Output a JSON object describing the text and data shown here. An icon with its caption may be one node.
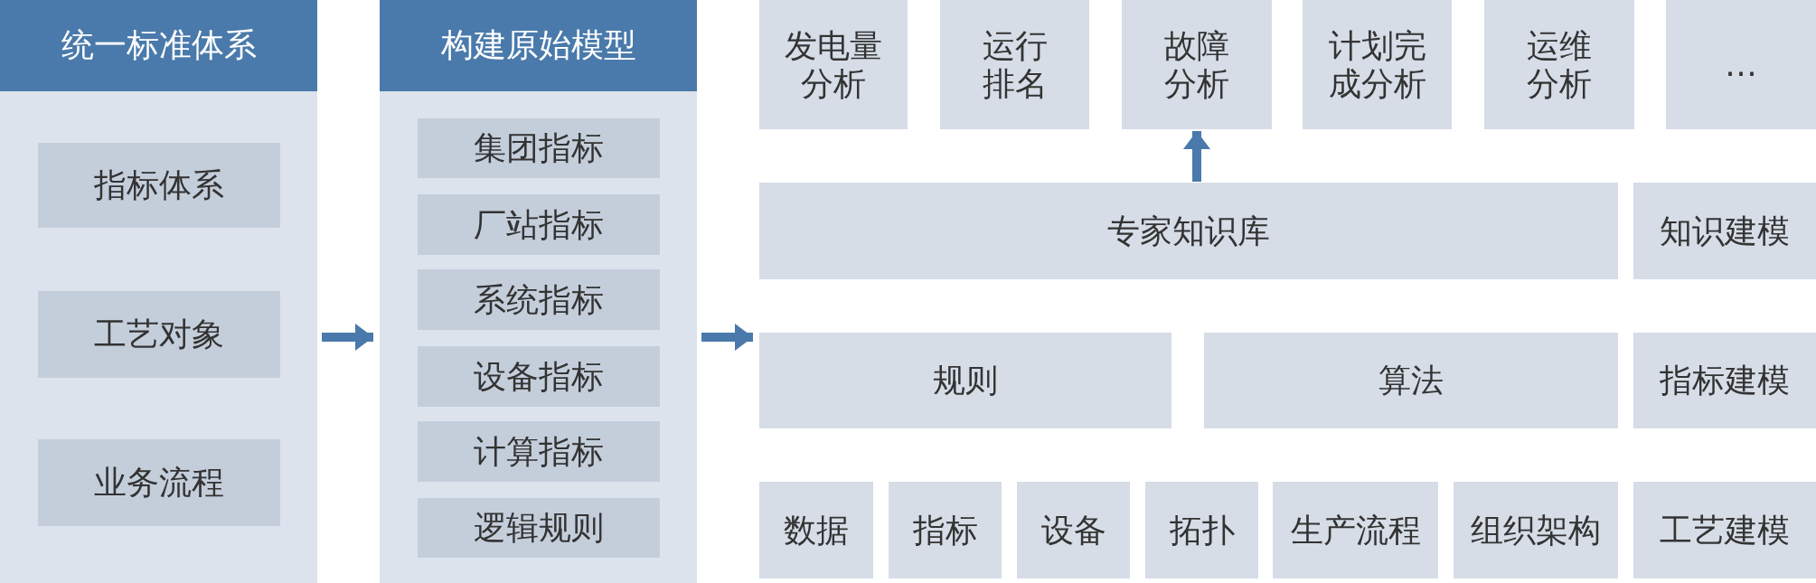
{
  "diagram": {
    "nodes": [
      {
        "text": [
          "统一标准体系"
        ]
      },
      {
        "text": [
          "指标体系"
        ],
        "in": 0
      },
      {
        "text": [
          "工艺对象"
        ],
        "in": 0
      },
      {
        "text": [
          "业务流程"
        ],
        "in": 0
      },
      {
        "text": [
          "构建原始模型"
        ]
      },
      {
        "text": [
          "集团指标"
        ],
        "in": 4
      },
      {
        "text": [
          "厂站指标"
        ],
        "in": 4
      },
      {
        "text": [
          "系统指标"
        ],
        "in": 4
      },
      {
        "text": [
          "设备指标"
        ],
        "in": 4
      },
      {
        "text": [
          "计算指标"
        ],
        "in": 4
      },
      {
        "text": [
          "逻辑规则"
        ],
        "in": 4
      },
      {
        "text": [
          "发电量分析"
        ]
      },
      {
        "text": [
          "运行排名"
        ]
      },
      {
        "text": [
          "故障分析"
        ]
      },
      {
        "text": [
          "计划完成分析"
        ]
      },
      {
        "text": [
          "运维分析"
        ]
      },
      {
        "text": [
          "…"
        ]
      },
      {
        "text": [
          "专家知识库"
        ]
      },
      {
        "text": [
          "知识建模"
        ]
      },
      {
        "text": [
          "规则"
        ]
      },
      {
        "text": [
          "算法"
        ]
      },
      {
        "text": [
          "指标建模"
        ]
      },
      {
        "text": [
          "数据"
        ]
      },
      {
        "text": [
          "指标"
        ]
      },
      {
        "text": [
          "设备"
        ]
      },
      {
        "text": [
          "拓扑"
        ]
      },
      {
        "text": [
          "生产流程"
        ]
      },
      {
        "text": [
          "组织架构"
        ]
      },
      {
        "text": [
          "工艺建模"
        ]
      }
    ],
    "edges": [
      {
        "from": 0,
        "to": 4,
        "arrow": "to"
      },
      {
        "from": 4,
        "to": 19,
        "arrow": "to"
      },
      {
        "from": 17,
        "to": 13,
        "arrow": "to"
      }
    ]
  }
}
